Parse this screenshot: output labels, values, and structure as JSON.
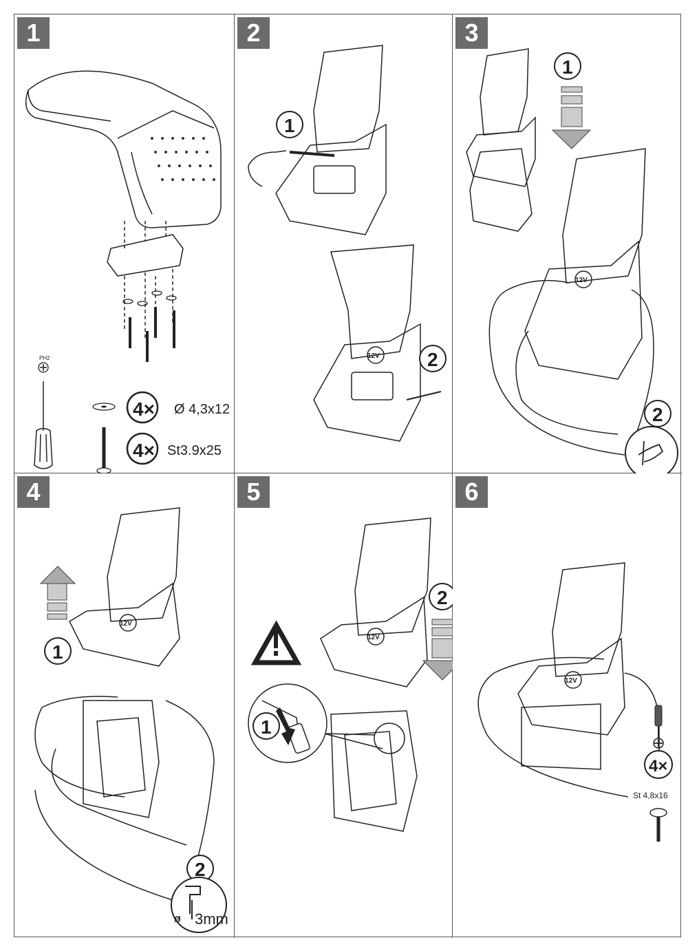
{
  "document": {
    "title": "Armrest installation instructions",
    "steps": [
      {
        "number": "1",
        "tool": {
          "label": "PH2",
          "icon": "phillips-bit-icon"
        },
        "parts": [
          {
            "icon": "washer-icon",
            "quantity": "4×",
            "spec": "Ø 4,3x12"
          },
          {
            "icon": "screw-icon",
            "quantity": "4×",
            "spec": "St3.9x25"
          }
        ]
      },
      {
        "number": "2",
        "callouts": [
          "1",
          "2"
        ],
        "socket_label": "12V"
      },
      {
        "number": "3",
        "callouts": [
          "1",
          "2"
        ],
        "socket_label": "12V",
        "icons": [
          "down-arrow-icon",
          "hand-marking-icon"
        ]
      },
      {
        "number": "4",
        "callouts": [
          "1",
          "2"
        ],
        "socket_label": "12V",
        "drill": {
          "diameter_symbol": "ø",
          "size": "3mm"
        },
        "icons": [
          "up-arrow-icon",
          "drill-detail-icon"
        ]
      },
      {
        "number": "5",
        "callouts": [
          "1",
          "2"
        ],
        "socket_label": "12V",
        "icons": [
          "warning-icon",
          "down-arrow-icon",
          "plug-detail-icon"
        ]
      },
      {
        "number": "6",
        "socket_label": "12V",
        "fastener": {
          "quantity": "4×",
          "spec": "St 4,8x16"
        },
        "icons": [
          "screwdriver-icon",
          "phillips-bit-icon",
          "screw-icon"
        ]
      }
    ]
  }
}
